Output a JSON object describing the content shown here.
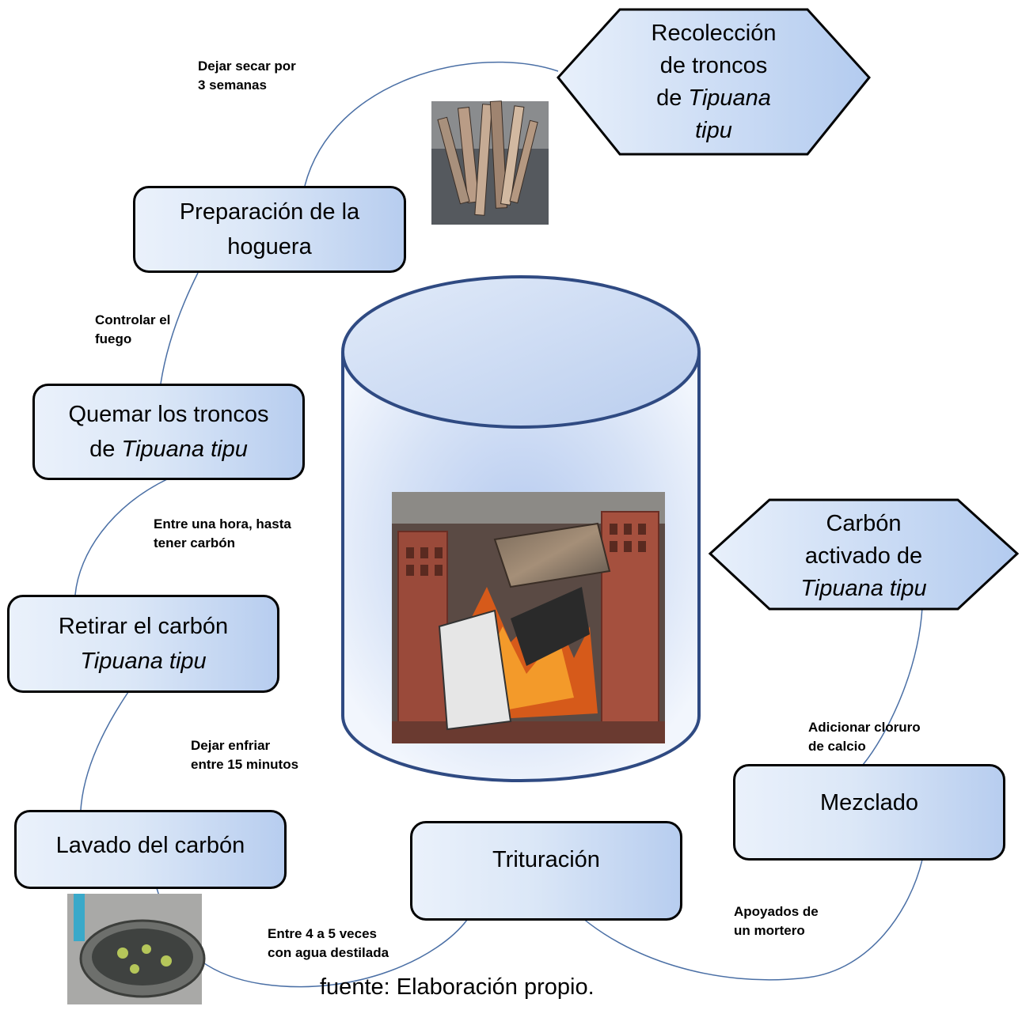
{
  "steps": {
    "recoleccion": {
      "line1": "Recolección",
      "line2": "de troncos",
      "line3a": "de ",
      "line3b": "Tipuana",
      "line4": "tipu"
    },
    "preparacion": {
      "line1": "Preparación de la",
      "line2": "hoguera"
    },
    "quemar": {
      "line1": "Quemar los troncos",
      "line2a": "de ",
      "line2b": "Tipuana tipu"
    },
    "retirar": {
      "line1": "Retirar el carbón",
      "line2": "Tipuana tipu"
    },
    "lavado": {
      "line1": "Lavado del carbón"
    },
    "trituracion": {
      "line1": "Trituración"
    },
    "mezclado": {
      "line1": "Mezclado"
    },
    "carbon": {
      "line1": "Carbón",
      "line2": "activado de",
      "line3": "Tipuana tipu"
    }
  },
  "connectors": {
    "secar": {
      "line1": "Dejar secar por",
      "line2": "3 semanas"
    },
    "fuego": {
      "line1": "Controlar el",
      "line2": "fuego"
    },
    "hora": {
      "line1": "Entre una hora, hasta",
      "line2": "tener carbón"
    },
    "enfriar": {
      "line1": "Dejar enfriar",
      "line2": "entre 15 minutos"
    },
    "veces": {
      "line1": "Entre 4 a 5 veces",
      "line2": "con agua destilada"
    },
    "mortero": {
      "line1": "Apoyados de",
      "line2": "un mortero"
    },
    "cloruro": {
      "line1": "Adicionar cloruro",
      "line2": "de calcio"
    }
  },
  "caption": "fuente: Elaboración propio.",
  "colors": {
    "connector": "#4a6fa5",
    "box_light": "#eaf1fb",
    "box_dark": "#b7cdef",
    "cylinder_edge": "#2f4a82"
  }
}
